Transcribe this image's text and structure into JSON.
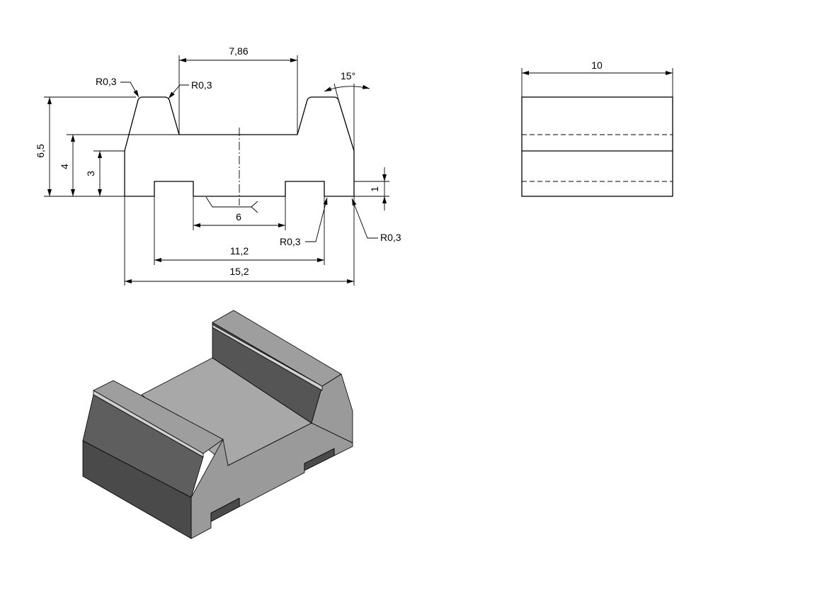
{
  "front_view": {
    "dims": {
      "top_slot_width": "7,86",
      "angle": "15°",
      "height_total": "6,5",
      "height_4": "4",
      "height_3": "3",
      "step_1": "1",
      "bottom_slot": "6",
      "inner_width": "11,2",
      "overall_width": "15,2"
    },
    "radii": {
      "top_left_outer": "R0,3",
      "top_left_inner": "R0,3",
      "bottom_inner": "R0,3",
      "bottom_outer": "R0,3"
    }
  },
  "side_view": {
    "dims": {
      "length": "10"
    }
  },
  "iso_view": {
    "colors": {
      "top_face": "#a8a8a8",
      "front_face": "#9a9a9a",
      "left_face": "#5e5e5e",
      "left_face_lower": "#4a4a4a",
      "groove_wall": "#555555",
      "rail_top": "#9e9e9e",
      "chamfer": "#cfcfcf"
    }
  }
}
